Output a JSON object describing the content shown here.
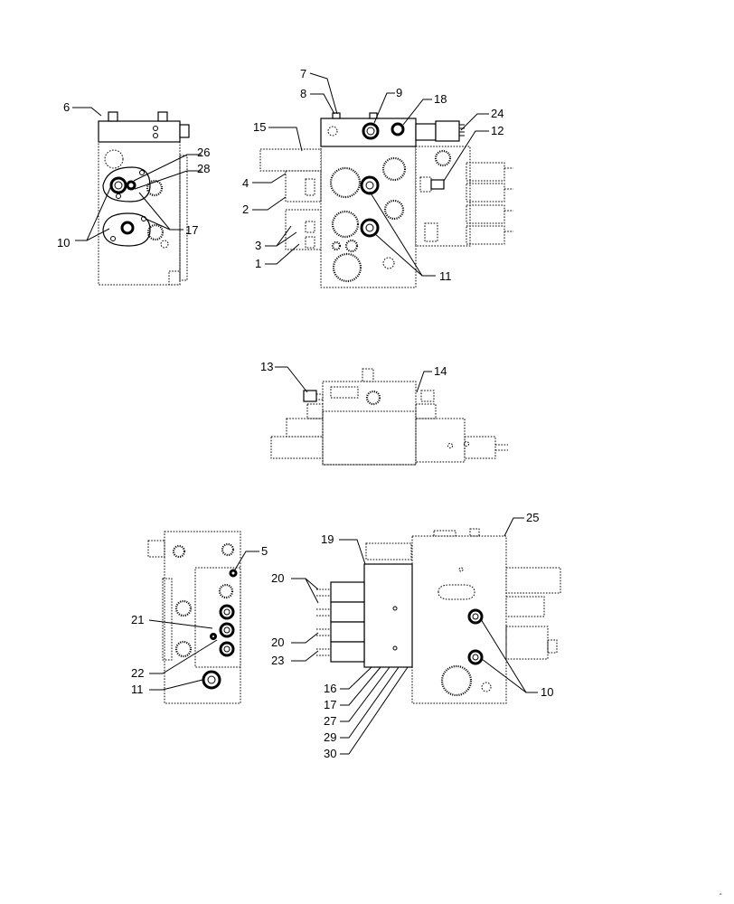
{
  "callouts": {
    "c1": "1",
    "c2": "2",
    "c3": "3",
    "c4": "4",
    "c5": "5",
    "c6": "6",
    "c7": "7",
    "c8": "8",
    "c9": "9",
    "c10": "10",
    "c11": "11",
    "c12": "12",
    "c13": "13",
    "c14": "14",
    "c15": "15",
    "c16": "16",
    "c17": "17",
    "c18": "18",
    "c19": "19",
    "c20": "20",
    "c21": "21",
    "c22": "22",
    "c23": "23",
    "c24": "24",
    "c25": "25",
    "c26": "26",
    "c27": "27",
    "c28": "28",
    "c29": "29",
    "c30": "30"
  },
  "views": [
    "left-side-view",
    "front-view",
    "top-view",
    "rear-side-view",
    "underside-view"
  ],
  "corner_mark": "^"
}
